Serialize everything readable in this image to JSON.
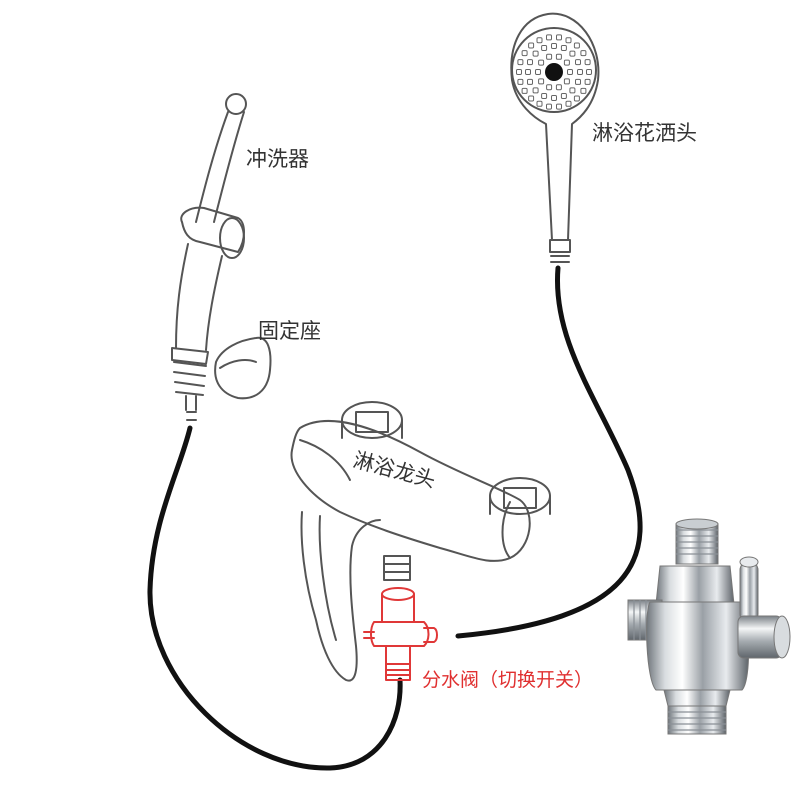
{
  "labels": {
    "bidet_sprayer": "冲洗器",
    "holder": "固定座",
    "shower_head": "淋浴花洒头",
    "faucet": "淋浴龙头",
    "diverter": "分水阀（切换开关）"
  },
  "colors": {
    "line": "#555555",
    "label": "#333333",
    "highlight": "#e03030",
    "hose": "#111111"
  }
}
